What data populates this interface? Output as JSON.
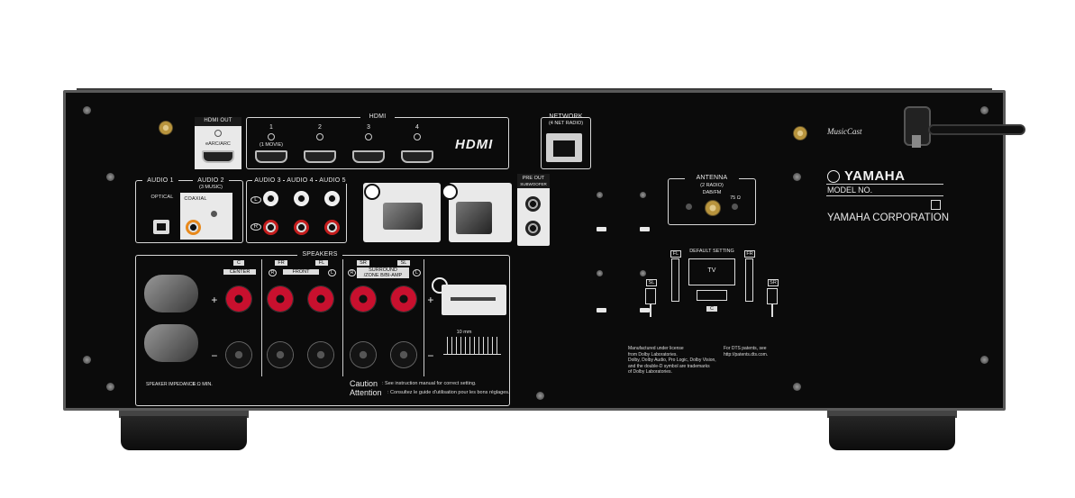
{
  "hdmi": {
    "out_title": "HDMI OUT",
    "out_sub": "eARC/ARC",
    "group_title": "HDMI",
    "inputs": [
      "1",
      "2",
      "3",
      "4"
    ],
    "input1_sub": "(1 MOVIE)",
    "logo": "HDMI"
  },
  "network": {
    "title": "NETWORK",
    "sub": "(4 NET RADIO)"
  },
  "musiccast": "MusicCast",
  "brand": {
    "logo": "YAMAHA",
    "model": "MODEL NO.",
    "corporation": "YAMAHA CORPORATION"
  },
  "audio": {
    "audio1": "AUDIO 1",
    "optical": "OPTICAL",
    "audio2": "AUDIO 2",
    "audio2_sub": "(3 MUSIC)",
    "coaxial": "COAXIAL",
    "audio3": "AUDIO 3",
    "audio4": "AUDIO 4",
    "audio5": "AUDIO 5",
    "l": "L",
    "r": "R"
  },
  "preout": {
    "title": "PRE OUT",
    "sub": "SUBWOOFER"
  },
  "antenna": {
    "title": "ANTENNA",
    "sub": "(2 RADIO)",
    "band": "DAB/FM",
    "ohm": "75 Ω"
  },
  "speakers": {
    "title": "SPEAKERS",
    "center_tag": "C",
    "center": "CENTER",
    "fr_tag": "FR",
    "fl_tag": "FL",
    "front": "FRONT",
    "sr_tag": "SR",
    "sl_tag": "SL",
    "surround": "SURROUND",
    "zone": "/ZONE B/BI-AMP",
    "r": "R",
    "l": "L",
    "plus": "+",
    "minus": "−",
    "impedance_label": "SPEAKER IMPEDANCE :",
    "impedance_value": "6 Ω MIN.",
    "strip_length": "10 mm"
  },
  "caution": {
    "en_title": "Caution",
    "en_text": ": See instruction manual for correct setting.",
    "fr_title": "Attention",
    "fr_text": ": Consultez le guide d'utilisation pour les bons réglages."
  },
  "default_setting": {
    "title": "DEFAULT SETTING",
    "tv": "TV",
    "fl": "FL",
    "fr": "FR",
    "sl": "SL",
    "sr": "SR",
    "c": "C"
  },
  "legal": {
    "dolby": [
      "Manufactured under license",
      "from Dolby Laboratories.",
      "Dolby, Dolby Audio, Pro Logic, Dolby Vision,",
      "and the double-D symbol are trademarks",
      "of Dolby Laboratories."
    ],
    "dts": [
      "For DTS patents, see",
      "http://patents.dts.com."
    ]
  }
}
